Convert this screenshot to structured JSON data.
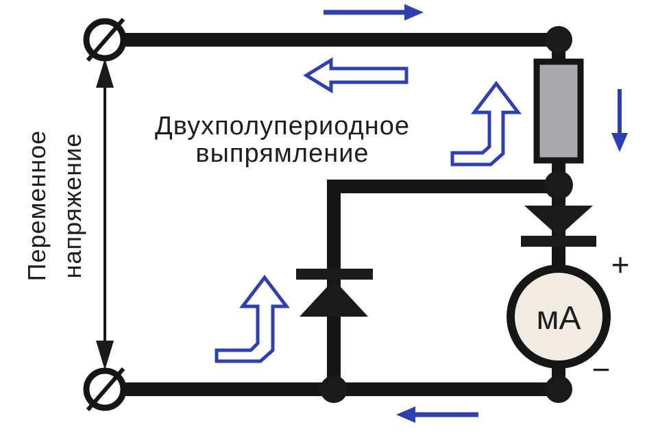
{
  "diagram": {
    "title_line1": "Двухполупериодное",
    "title_line2": "выпрямление",
    "voltage_label_line1": "Переменное",
    "voltage_label_line2": "напряжение",
    "meter_label": "мА",
    "plus_sign": "+",
    "minus_sign": "−"
  },
  "colors": {
    "wire": "#161616",
    "current_arrows": "#2e3fb0",
    "resistor_body": "#a9a9ae",
    "meter_face": "#f1ebe1"
  }
}
